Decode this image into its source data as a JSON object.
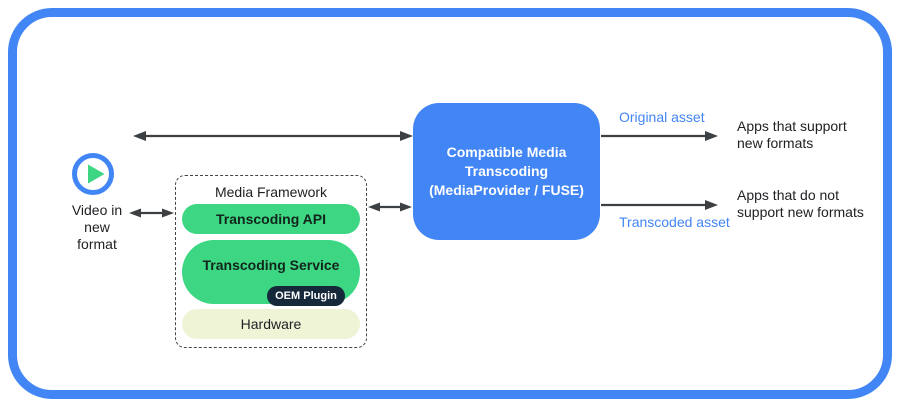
{
  "colors": {
    "blue": "#4285F4",
    "green": "#3DD784",
    "cream": "#EFF4D7",
    "navy": "#16293B",
    "arrow": "#3C4043",
    "ink": "#202124"
  },
  "source": {
    "icon": "play-icon",
    "label": "Video in\nnew\nformat"
  },
  "framework": {
    "title": "Media Framework",
    "layers": [
      {
        "label": "Transcoding API"
      },
      {
        "label": "Transcoding Service"
      },
      {
        "label": "Hardware"
      }
    ],
    "oem_plugin": {
      "label": "OEM Plugin"
    }
  },
  "transcoding_box": {
    "label": "Compatible Media\nTranscoding\n(MediaProvider / FUSE)"
  },
  "outputs": {
    "original": {
      "asset_label": "Original asset",
      "target": "Apps that support\nnew formats"
    },
    "transcoded": {
      "asset_label": "Transcoded asset",
      "target": "Apps that do not\nsupport new formats"
    }
  }
}
